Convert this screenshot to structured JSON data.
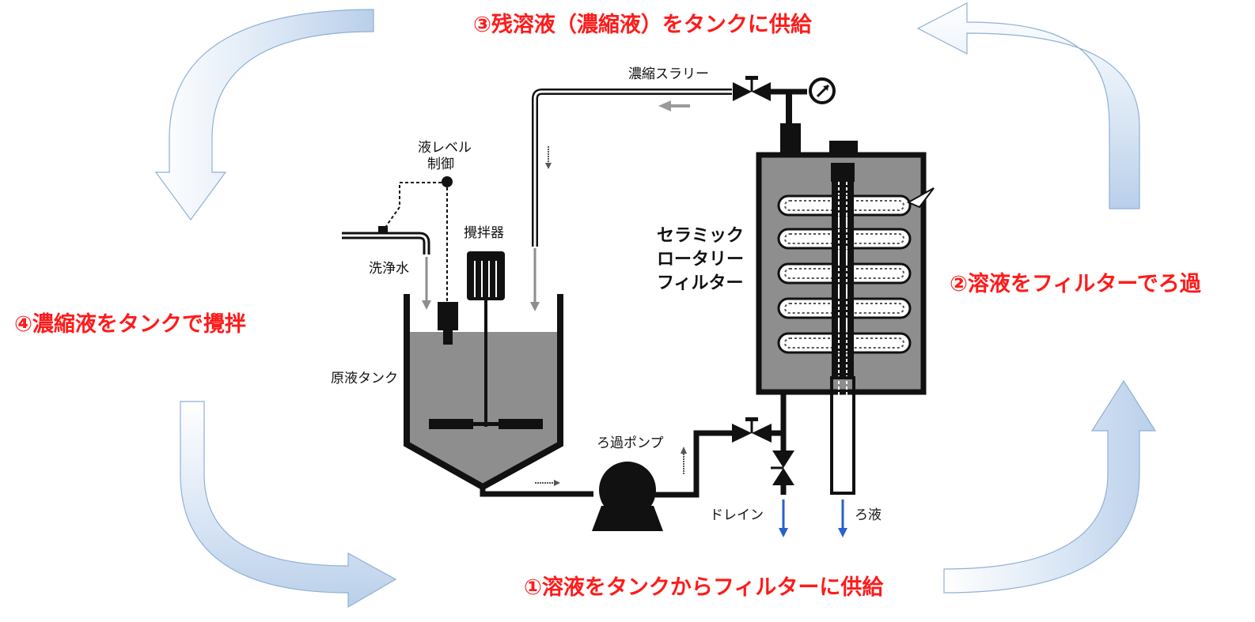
{
  "steps": [
    "①溶液をタンクからフィルターに供給",
    "②溶液をフィルターでろ過",
    "③残溶液（濃縮液）をタンクに供給",
    "④濃縮液をタンクで攪拌"
  ],
  "labels": {
    "concentrated_slurry": "濃縮スラリー",
    "level_control_line1": "液レベル",
    "level_control_line2": "制御",
    "agitator": "攪拌器",
    "wash_water": "洗浄水",
    "feed_tank": "原液タンク",
    "filter_pump": "ろ過ポンプ",
    "drain": "ドレイン",
    "filtrate": "ろ液",
    "filter_name": [
      "セラミック",
      "ロータリー",
      "フィルター"
    ]
  },
  "colors": {
    "step_text": "#ff1a1a",
    "cycle_arrow_fill": "#cfe0f3",
    "cycle_arrow_stroke": "#7fa7d3",
    "liquid": "#8e8e8e",
    "filtrate_arrow": "#2a62c8"
  }
}
